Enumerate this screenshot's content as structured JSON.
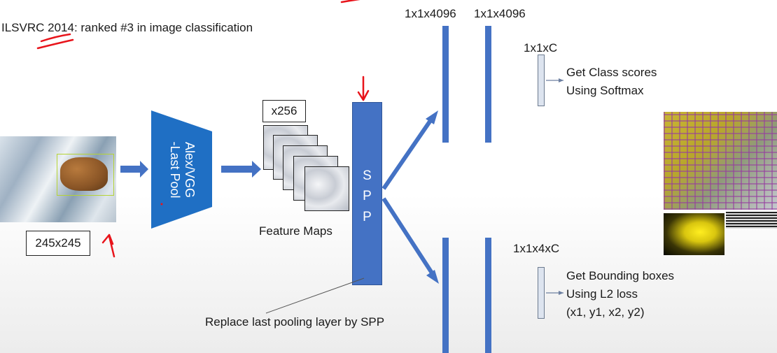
{
  "title": "ILSVRC 2014: ranked #3 in image classification",
  "input_size": "245x245",
  "cnn_label_line1": "Alex/VGG",
  "cnn_label_line2": "-Last Pool",
  "channels": "x256",
  "feature_maps_label": "Feature Maps",
  "spp_letters": [
    "S",
    "P",
    "P"
  ],
  "replace_label": "Replace last pooling layer by SPP",
  "fc_top_1": "1x1x4096",
  "fc_top_2": "1x1x4096",
  "class_out_size": "1x1xC",
  "class_text_1": "Get Class scores",
  "class_text_2": "Using Softmax",
  "bbox_out_size": "1x1x4xC",
  "bbox_text_1": "Get Bounding boxes",
  "bbox_text_2": "Using L2 loss",
  "bbox_text_3": "(x1, y1, x2, y2)",
  "colors": {
    "accent": "#4472c4",
    "shape_fill": "#1f6fc4",
    "annotation": "#e8141b"
  }
}
